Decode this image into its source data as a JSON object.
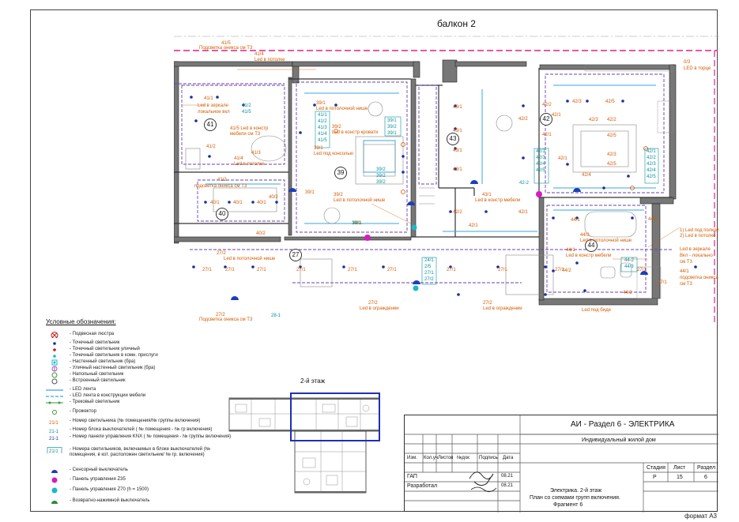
{
  "sheet": {
    "balcony_label": "балкон 2",
    "format_label": "формат А3"
  },
  "rooms": [
    "41",
    "39",
    "43",
    "42",
    "40",
    "27",
    "44"
  ],
  "plan_labels": {
    "orange": [
      "41/5",
      "Подсветка оникса см Т3",
      "41/4",
      "Led в потолке",
      "41/1",
      "Led в зеркале",
      "локальное вкл",
      "41/5 Led в констр",
      "мебели см Т3",
      "41/3",
      "41/2",
      "41/4",
      "Led в потолке",
      "39/1",
      "Led в потолочной нише",
      "39/2",
      "Led в констр кровати",
      "39/1",
      "Led под консолью",
      "39/2",
      "Led в потолочной нише",
      "39/1",
      "43/1",
      "43/1",
      "43/1",
      "43/1",
      "42/2",
      "42/2",
      "42/3",
      "42/5",
      "42/1",
      "42/3",
      "42/2",
      "42/5",
      "42/1",
      "42/3",
      "42/5",
      "42/4",
      "43/1",
      "Led в констр мебели",
      "42/1",
      "42/1",
      "42/2",
      "44/1",
      "44/2",
      "44/3",
      "Led в потолочной нише",
      "44/1",
      "Led в констр мебели",
      "44/2",
      "Led под биде",
      "44/1",
      "1) Led под полкой",
      "2) Led в потолке",
      "Led в зеркале",
      "Вкл - локально",
      "см Т3",
      "44/1",
      "подсветка оникса",
      "см Т3",
      "40/1",
      "40/1",
      "40/1",
      "40/2",
      "40/2",
      "41/2",
      "подсветка оникса см Т3",
      "27/1",
      "27/1",
      "27/1",
      "27/1",
      "27/1",
      "27/1",
      "27/1",
      "27/1",
      "27/1",
      "27/1",
      "27/1",
      "27/2",
      "Led в потолочной нише",
      "27/2",
      "Led в ограждении",
      "27/2",
      "Led в ограждении",
      "27/2",
      "Подсветка оникса см Т3",
      "0/3",
      "LED в торце",
      "39/1",
      "42/1"
    ],
    "teal": [
      "41/2",
      "41/5",
      "41/1",
      "41/2",
      "41/3",
      "41/4",
      "41/5",
      "39/1",
      "39/2",
      "39/1",
      "39/2",
      "39/2",
      "39/2",
      "42/3",
      "42/3",
      "42/4",
      "42/5",
      "42/1",
      "42/2",
      "42/3",
      "42/4",
      "42/5",
      "44-2",
      "44/3",
      "24/1",
      "2/5",
      "27/1",
      "27/2",
      "42-2",
      "39/1",
      "28-1"
    ]
  },
  "legend": {
    "title": "Условные обозначения:",
    "items": [
      {
        "sym": "red-x-circle",
        "label": "- Подвесная люстра"
      },
      {
        "sym": "blue-dot",
        "label": "- Точечный светильник"
      },
      {
        "sym": "red-dot",
        "label": "- Точечный светильник уличный"
      },
      {
        "sym": "teal-dot",
        "label": "- Точечный светильник в комн. прислуги"
      },
      {
        "sym": "wall-lamp",
        "label": "- Настенный светильник (бра)"
      },
      {
        "sym": "outdoor-wall-lamp",
        "label": "- Уличный настенный светильник (бра)"
      },
      {
        "sym": "floor-lamp",
        "label": "- Напольный светильник"
      },
      {
        "sym": "built-in",
        "label": "- Встроенный светильник"
      },
      {
        "sym": "led-strip",
        "label": "- LED лента"
      },
      {
        "sym": "led-in-furniture",
        "label": "- LED лента в конструкции мебели"
      },
      {
        "sym": "track",
        "label": "- Трековый светильник"
      },
      {
        "sym": "projector",
        "label": "- Прожектор"
      },
      {
        "sym": "21/1",
        "label": "- Номер светильника (№ помещения/№ группы включения)"
      },
      {
        "sym": "21-1",
        "label": "- Номер блока выключателей ( № помещения - № гр включения)"
      },
      {
        "sym": "21-1 knx",
        "label": "- Номер панели управления KNX ( № помещения - № группы включения)"
      },
      {
        "sym": "21/1 box",
        "label": "- Номера светильников, включаемых в блоке выключателей (№ помещения, в кот. расположен светильник/ № гр. включения)"
      },
      {
        "sym": "touch-switch",
        "label": "- Сенсорный выключатель"
      },
      {
        "sym": "z35",
        "label": "- Панель управления Z35"
      },
      {
        "sym": "z70",
        "label": "- Панель управления Z70 (h = 1500)"
      },
      {
        "sym": "push-switch",
        "label": "- Возвратно-нажимной выключатель"
      }
    ]
  },
  "keyplan": {
    "title": "2-й этаж"
  },
  "title_block": {
    "project_code": "АИ - Раздел 6 - ЭЛЕКТРИКА",
    "project_name": "Индивидуальный жилой дом",
    "revision_headers": [
      "Изм.",
      "Кол.уч",
      "Листов",
      "№док",
      "Подпись",
      "Дата"
    ],
    "role_1": "ГАП",
    "role_2": "Разработал",
    "date_1": "08.21",
    "date_2": "08.21",
    "sheet_title_1": "Электрика. 2-й этаж",
    "sheet_title_2": "План со схемами групп включения.",
    "sheet_title_3": "Фрагмент 6",
    "stage_label": "Стадия",
    "sheet_label": "Лист",
    "section_label": "Раздел",
    "stage_value": "Р",
    "sheet_value": "15",
    "section_value": "6"
  }
}
